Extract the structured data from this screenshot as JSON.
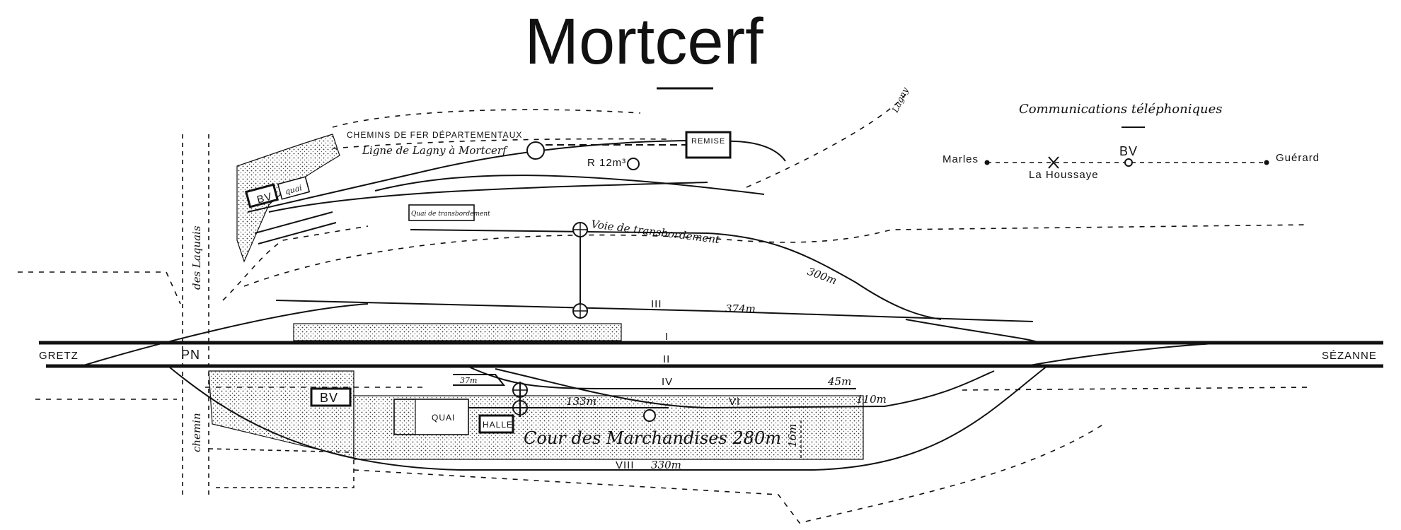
{
  "title": "Mortcerf",
  "telephone": {
    "heading": "Communications téléphoniques",
    "stations": [
      "Marles",
      "La Houssaye",
      "BV",
      "Guérard"
    ]
  },
  "directions": {
    "left": "GRETZ",
    "right": "SÉZANNE",
    "top": "Lagny"
  },
  "secondary_railway": {
    "company": "CHEMINS DE FER DÉPARTEMENTAUX",
    "line": "Ligne de Lagny à Mortcerf",
    "buildings": {
      "bv": "BV",
      "quai": "quai",
      "remise": "REMISE",
      "transbordement": "Quai de transbordement"
    },
    "reservoir": "R 12m³"
  },
  "tracks": {
    "transbordement_label": "Voie de transbordement",
    "transbordement_length": "300m",
    "track_3": "III",
    "track_3_length": "374m",
    "track_1": "I",
    "track_2": "II",
    "track_4": "IV",
    "track_4_length": "45m",
    "track_6": "VI",
    "track_6_length": "110m",
    "track_6b_length": "133m",
    "track_8": "VIII",
    "track_8_length": "330m",
    "stub_length": "37m"
  },
  "crossing": {
    "pn": "PN",
    "road_top": "des Laquais",
    "road_bottom": "chemin"
  },
  "station": {
    "bv": "BV",
    "quai": "QUAI",
    "halle": "HALLE",
    "cour": "Cour des Marchandises 280m",
    "width": "16m"
  }
}
